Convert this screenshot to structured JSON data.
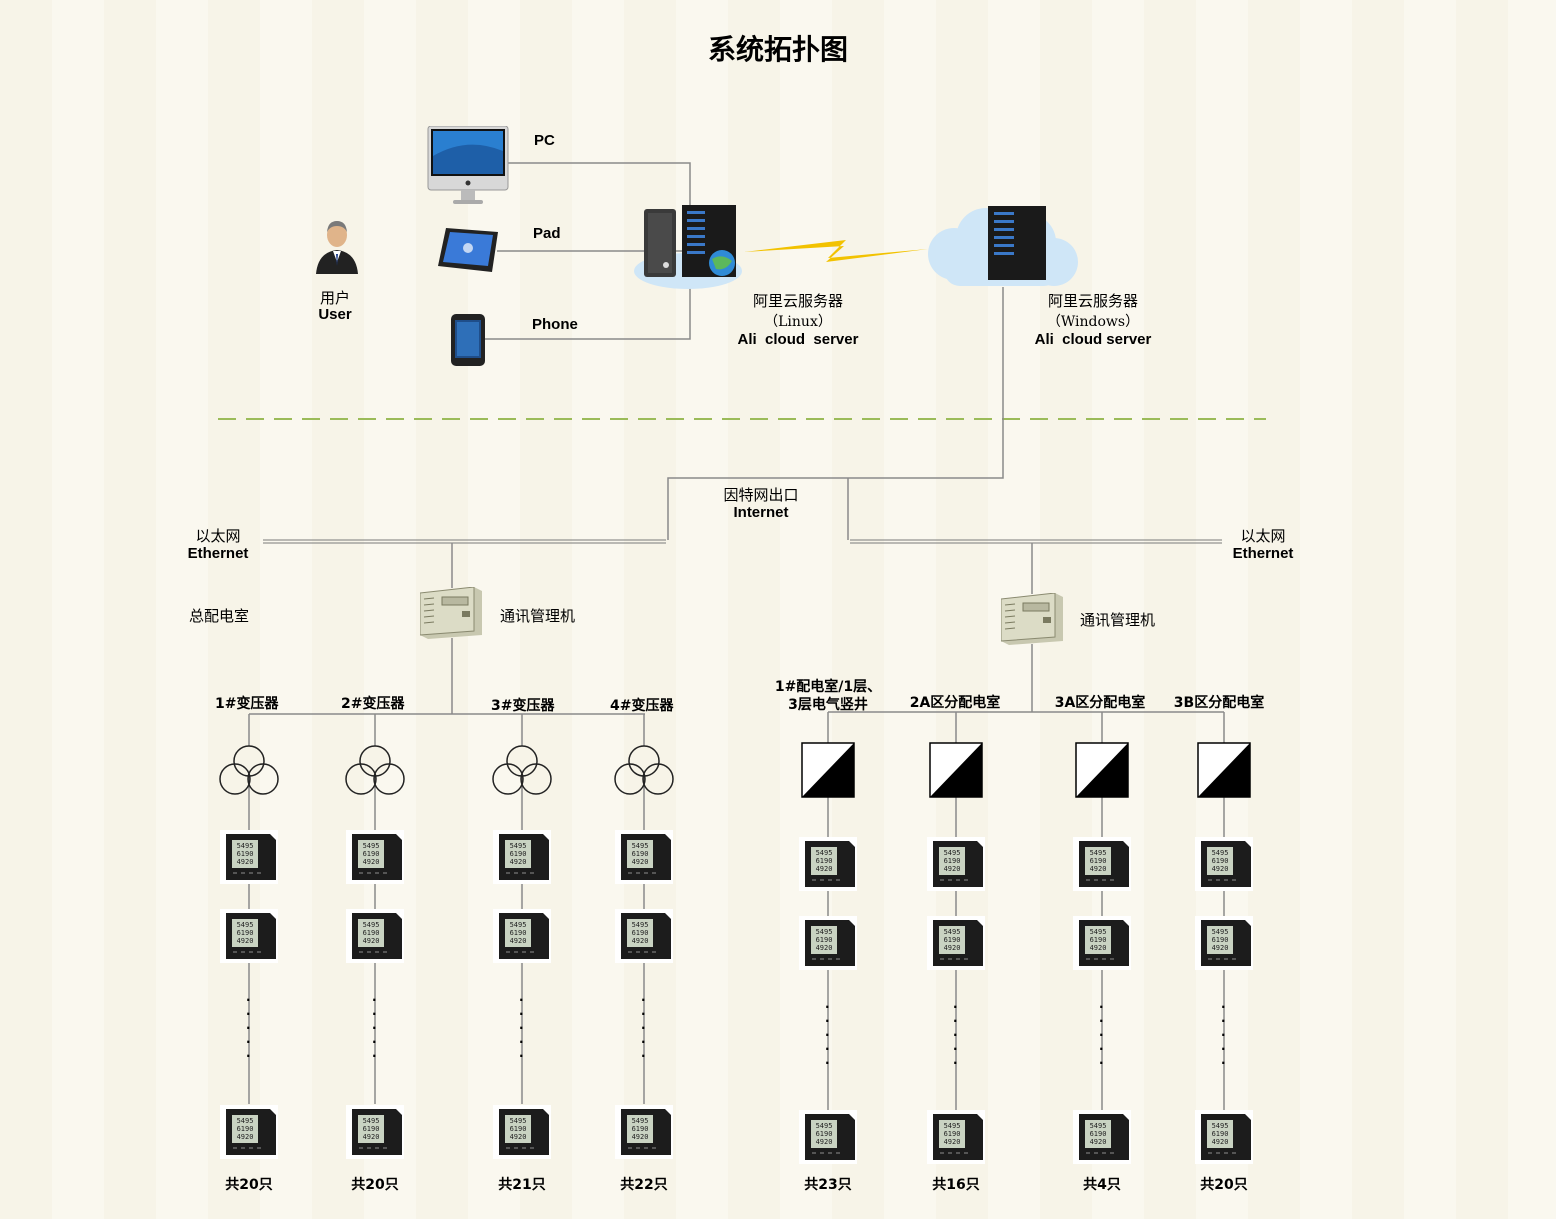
{
  "title": "系统拓扑图",
  "user": {
    "cn": "用户",
    "en": "User"
  },
  "devices": {
    "pc": "PC",
    "pad": "Pad",
    "phone": "Phone"
  },
  "server_linux": {
    "cn": "阿里云服务器",
    "os": "（Linux）",
    "en": "Ali  cloud  server"
  },
  "server_windows": {
    "cn": "阿里云服务器",
    "os": "（Windows）",
    "en": "Ali  cloud server"
  },
  "internet": {
    "cn": "因特网出口",
    "en": "Internet"
  },
  "ethernet_left": {
    "cn": "以太网",
    "en": "Ethernet"
  },
  "ethernet_right": {
    "cn": "以太网",
    "en": "Ethernet"
  },
  "main_room": "总配电室",
  "comm_manager_left": "通讯管理机",
  "comm_manager_right": "通讯管理机",
  "left_branches": [
    {
      "label": "1#变压器",
      "count": "共20只"
    },
    {
      "label": "2#变压器",
      "count": "共20只"
    },
    {
      "label": "3#变压器",
      "count": "共21只"
    },
    {
      "label": "4#变压器",
      "count": "共22只"
    }
  ],
  "right_branches": [
    {
      "label_line1": "1#配电室/1层、",
      "label_line2": "3层电气竖井",
      "count": "共23只"
    },
    {
      "label_line1": "2A区分配电室",
      "label_line2": "",
      "count": "共16只"
    },
    {
      "label_line1": "3A区分配电室",
      "label_line2": "",
      "count": "共4只"
    },
    {
      "label_line1": "3B区分配电室",
      "label_line2": "",
      "count": "共20只"
    }
  ],
  "meter_display": [
    "5495",
    "6190",
    "4920"
  ],
  "colors": {
    "lightning": "#f2c200",
    "dashed_divider": "#9bbb59",
    "cloud": "#cfe6f7"
  }
}
